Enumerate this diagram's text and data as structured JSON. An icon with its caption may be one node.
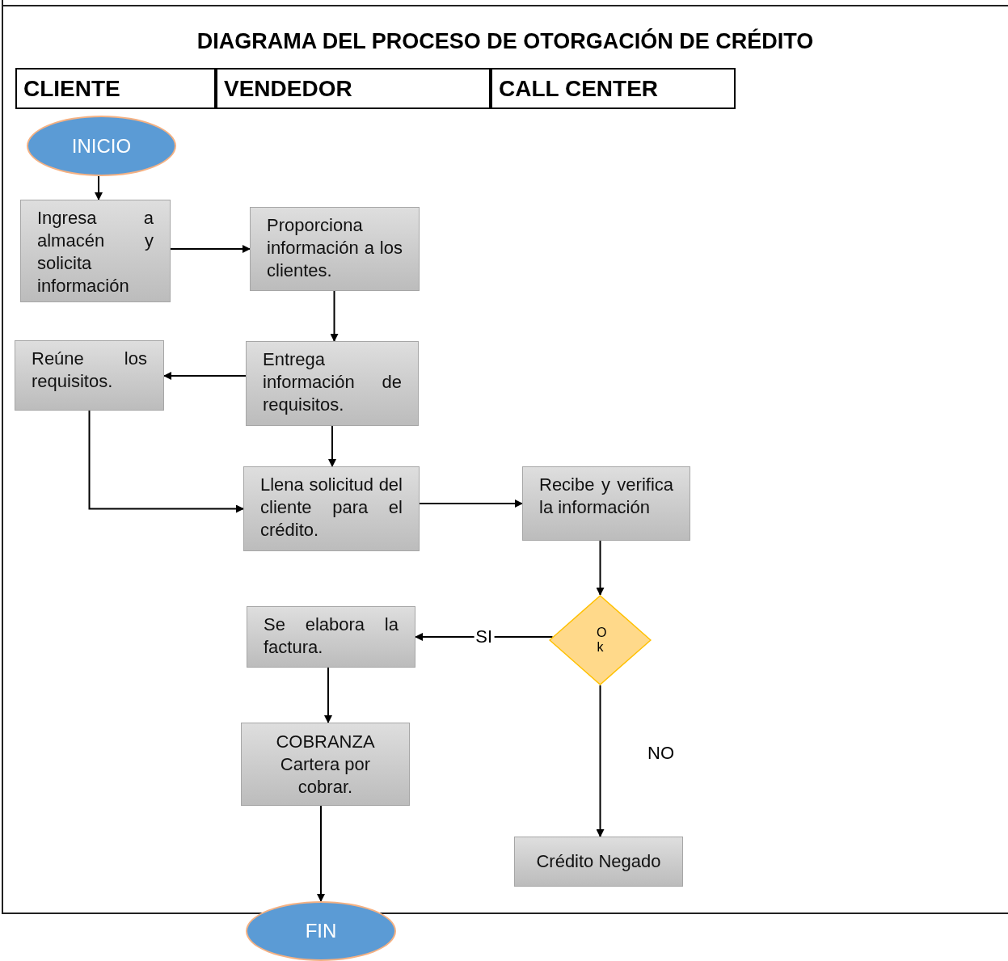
{
  "diagram": {
    "title": "DIAGRAMA DEL PROCESO DE OTORGACIÓN DE CRÉDITO",
    "nodes": [
      {
        "text": [
          "INICIO"
        ]
      },
      {
        "text": [
          "Ingresa a almacén y solicita información"
        ]
      },
      {
        "text": [
          "Proporciona información a los clientes."
        ]
      },
      {
        "text": [
          "Entrega información de requisitos."
        ]
      },
      {
        "text": [
          "Reúne los requisitos."
        ]
      },
      {
        "text": [
          "Llena solicitud del cliente para el crédito."
        ]
      },
      {
        "text": [
          "Recibe y verifica la información"
        ]
      },
      {
        "text": [
          "Ok"
        ]
      },
      {
        "text": [
          "Se elabora la factura."
        ]
      },
      {
        "text": [
          "COBRANZA Cartera por cobrar."
        ]
      },
      {
        "text": [
          "Crédito Negado"
        ]
      },
      {
        "text": [
          "FIN"
        ]
      }
    ],
    "edges": [
      {
        "from": 0,
        "to": 1,
        "arrow": "to"
      },
      {
        "from": 1,
        "to": 2,
        "arrow": "to"
      },
      {
        "from": 2,
        "to": 3,
        "arrow": "to"
      },
      {
        "from": 3,
        "to": 4,
        "arrow": "to"
      },
      {
        "from": 4,
        "to": 5,
        "arrow": "to"
      },
      {
        "from": 3,
        "to": 5,
        "arrow": "to"
      },
      {
        "from": 5,
        "to": 6,
        "arrow": "to"
      },
      {
        "from": 6,
        "to": 7,
        "arrow": "to"
      },
      {
        "from": 7,
        "to": 8,
        "arrow": "to",
        "label": "SI"
      },
      {
        "from": 7,
        "to": 10,
        "arrow": "to",
        "label": "NO"
      },
      {
        "from": 8,
        "to": 9,
        "arrow": "to"
      },
      {
        "from": 9,
        "to": 11,
        "arrow": "to"
      }
    ],
    "labels": [
      "CLIENTE",
      "VENDEDOR",
      "CALL CENTER"
    ]
  }
}
